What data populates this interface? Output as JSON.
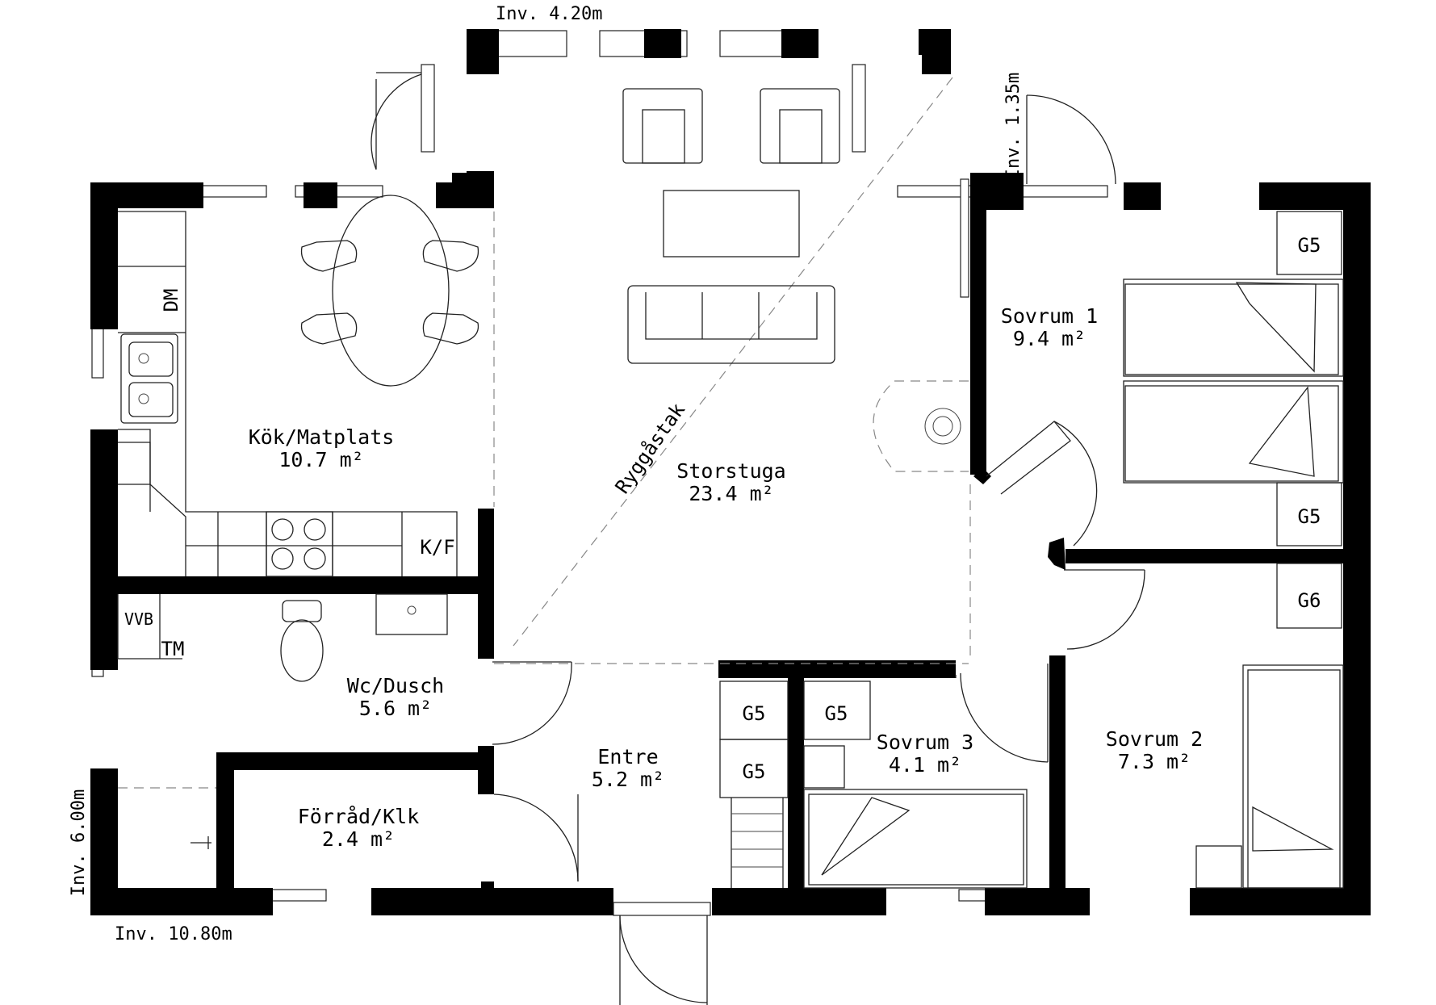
{
  "rooms": {
    "kok": {
      "name": "Kök/Matplats",
      "area": "10.7 m²"
    },
    "storstuga": {
      "name": "Storstuga",
      "area": "23.4 m²"
    },
    "sovrum1": {
      "name": "Sovrum 1",
      "area": "9.4 m²"
    },
    "sovrum2": {
      "name": "Sovrum 2",
      "area": "7.3 m²"
    },
    "sovrum3": {
      "name": "Sovrum 3",
      "area": "4.1 m²"
    },
    "wc": {
      "name": "Wc/Dusch",
      "area": "5.6 m²"
    },
    "entre": {
      "name": "Entre",
      "area": "5.2 m²"
    },
    "forrad": {
      "name": "Förråd/Klk",
      "area": "2.4 m²"
    }
  },
  "fixtures": {
    "dm": "DM",
    "kf": "K/F",
    "vvb": "VVB",
    "tm": "TM",
    "g5": "G5",
    "g6": "G6"
  },
  "annotations": {
    "ridge": "Ryggåstak"
  },
  "dimensions": {
    "top": "Inv. 4.20m",
    "right_bay": "Inv. 1.35m",
    "left": "Inv. 6.00m",
    "bottom": "Inv. 10.80m"
  },
  "colors": {
    "wall": "#000000",
    "line": "#222222",
    "dash": "#888888",
    "background": "#ffffff"
  }
}
